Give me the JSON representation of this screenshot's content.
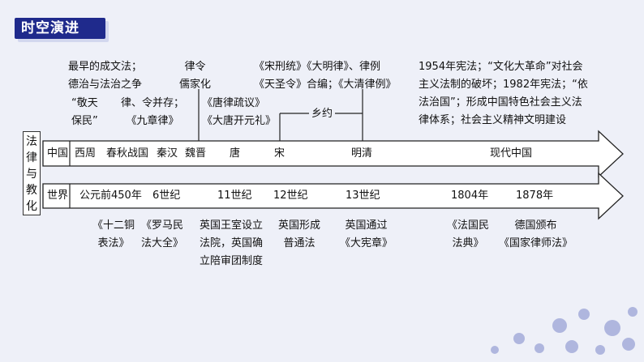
{
  "header": {
    "title": "时空演进"
  },
  "side_label": [
    "法",
    "律",
    "与",
    "教",
    "化"
  ],
  "rows": {
    "china_label": "中国",
    "world_label": "世界"
  },
  "china_periods": [
    "西周",
    "春秋战国",
    "秦汉",
    "魏晋",
    "唐",
    "宋",
    "明清",
    "现代中国"
  ],
  "world_times": [
    "公元前450年",
    "6世纪",
    "11世纪",
    "12世纪",
    "13世纪",
    "1804年",
    "1878年"
  ],
  "upper_notes": {
    "xizhou": "“敬天\n保民”",
    "chunqiu": "最早的成文法；\n德治与法治之争",
    "qinhan": "律、令并存；\n《九章律》",
    "lvling": "律令\n儒家化",
    "tang": "《唐律疏议》\n《大唐开元礼》",
    "songming": "《宋刑统》《大明律》、律例\n《天圣令》合编；《大清律例》",
    "xiangyue": "乡约",
    "modern": "1954年宪法；“文化大革命”对社会\n主义法制的破坏；1982年宪法；“依\n法治国”；形成中国特色社会主义法\n律体系；社会主义精神文明建设"
  },
  "lower_notes": {
    "twelve_tables": "《十二铜\n表法》",
    "roman_law": "《罗马民\n法大全》",
    "england_court": "英国王室设立\n法院，英国确\n立陪审团制度",
    "common_law": "英国形成\n普通法",
    "magna_carta": "英国通过\n《大宪章》",
    "civil_code": "《法国民\n法典》",
    "lawyers_law": "德国颁布\n《国家律师法》"
  },
  "colors": {
    "title_bg": "#1f2a8c",
    "line": "#222222",
    "snowflake": "#9aa3d6"
  }
}
